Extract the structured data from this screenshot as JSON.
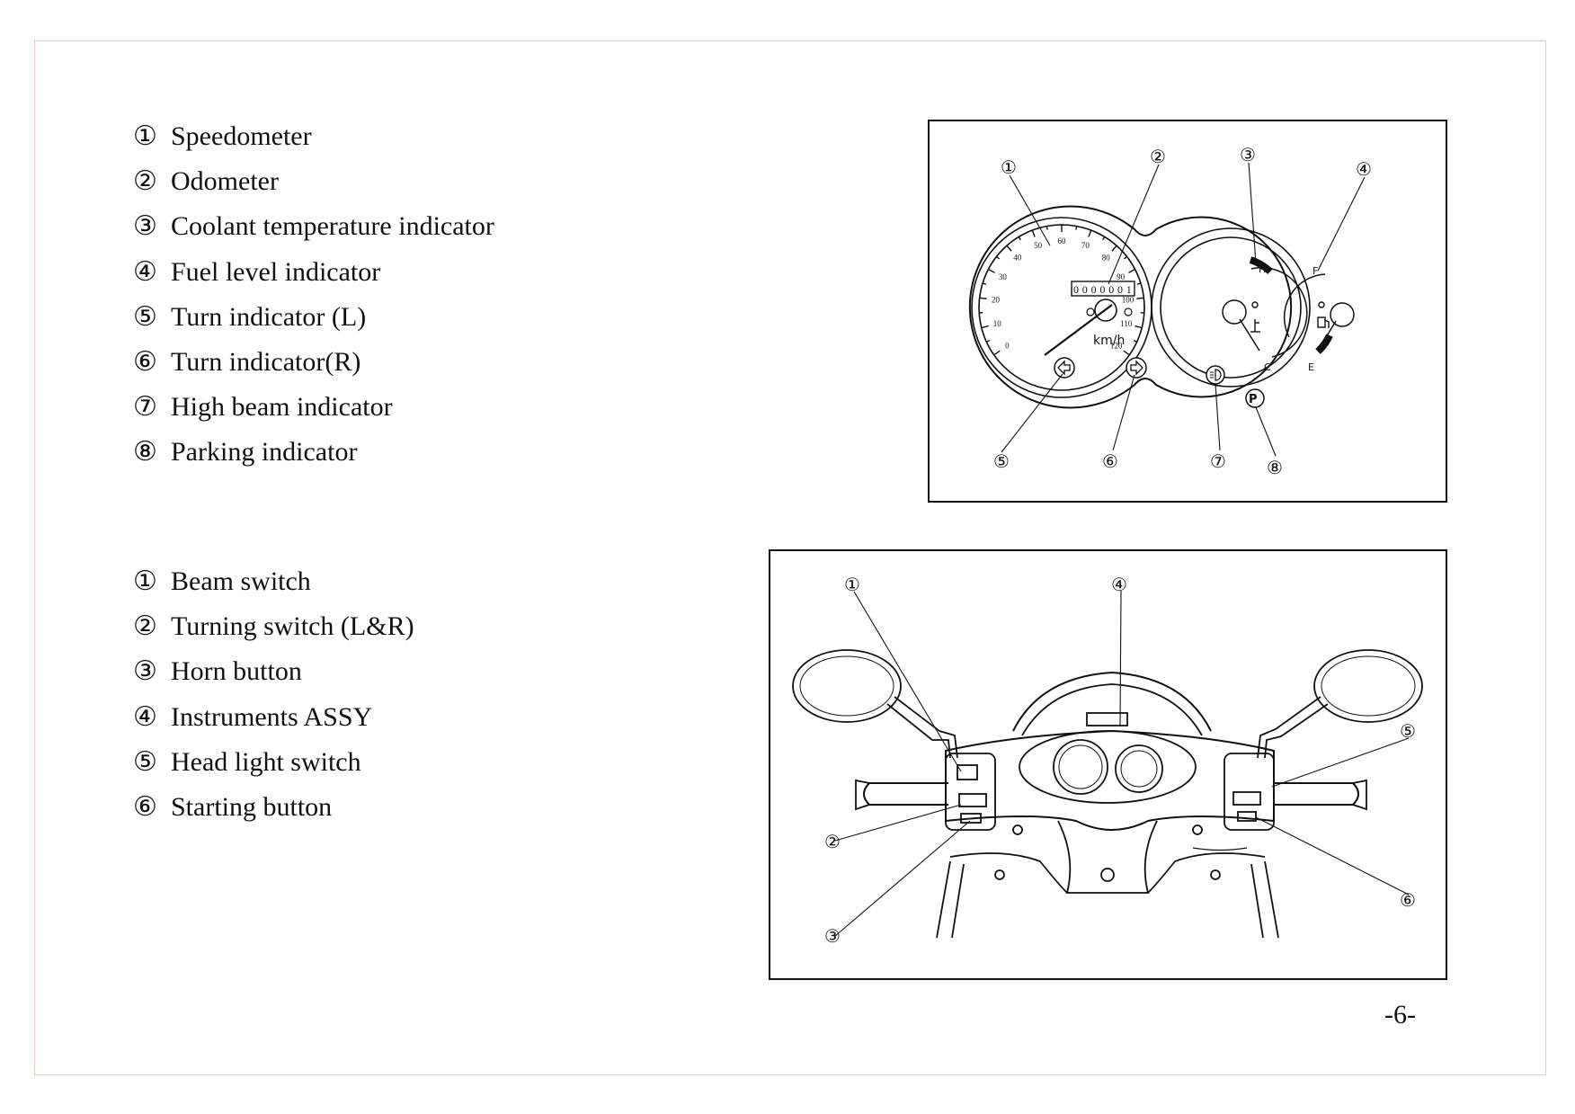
{
  "instrument_panel": {
    "legend": [
      {
        "num": "①",
        "label": "Speedometer"
      },
      {
        "num": "②",
        "label": "Odometer"
      },
      {
        "num": "③",
        "label": "Coolant temperature indicator"
      },
      {
        "num": "④",
        "label": "Fuel level indicator"
      },
      {
        "num": "⑤",
        "label": "Turn indicator (L)"
      },
      {
        "num": "⑥",
        "label": "Turn indicator(R)"
      },
      {
        "num": "⑦",
        "label": "High beam indicator"
      },
      {
        "num": "⑧",
        "label": "Parking indicator"
      }
    ],
    "callouts": [
      "①",
      "②",
      "③",
      "④",
      "⑤",
      "⑥",
      "⑦",
      "⑧"
    ],
    "speed_ticks": [
      "0",
      "10",
      "20",
      "30",
      "40",
      "50",
      "60",
      "70",
      "80",
      "90",
      "100",
      "110",
      "120"
    ],
    "odometer": [
      "0",
      "0",
      "0",
      "0",
      "0",
      "0",
      "1"
    ],
    "unit": "km/h",
    "temp_hot": "H",
    "temp_cold": "C",
    "fuel_full": "F",
    "fuel_empty": "E"
  },
  "handlebar": {
    "legend": [
      {
        "num": "①",
        "label": "Beam switch"
      },
      {
        "num": "②",
        "label": "Turning switch (L&R)"
      },
      {
        "num": "③",
        "label": "Horn button"
      },
      {
        "num": "④",
        "label": "Instruments ASSY"
      },
      {
        "num": "⑤",
        "label": "Head light switch"
      },
      {
        "num": "⑥",
        "label": "Starting button"
      }
    ],
    "callouts": [
      "①",
      "②",
      "③",
      "④",
      "⑤",
      "⑥"
    ]
  },
  "page_number": "-6-"
}
